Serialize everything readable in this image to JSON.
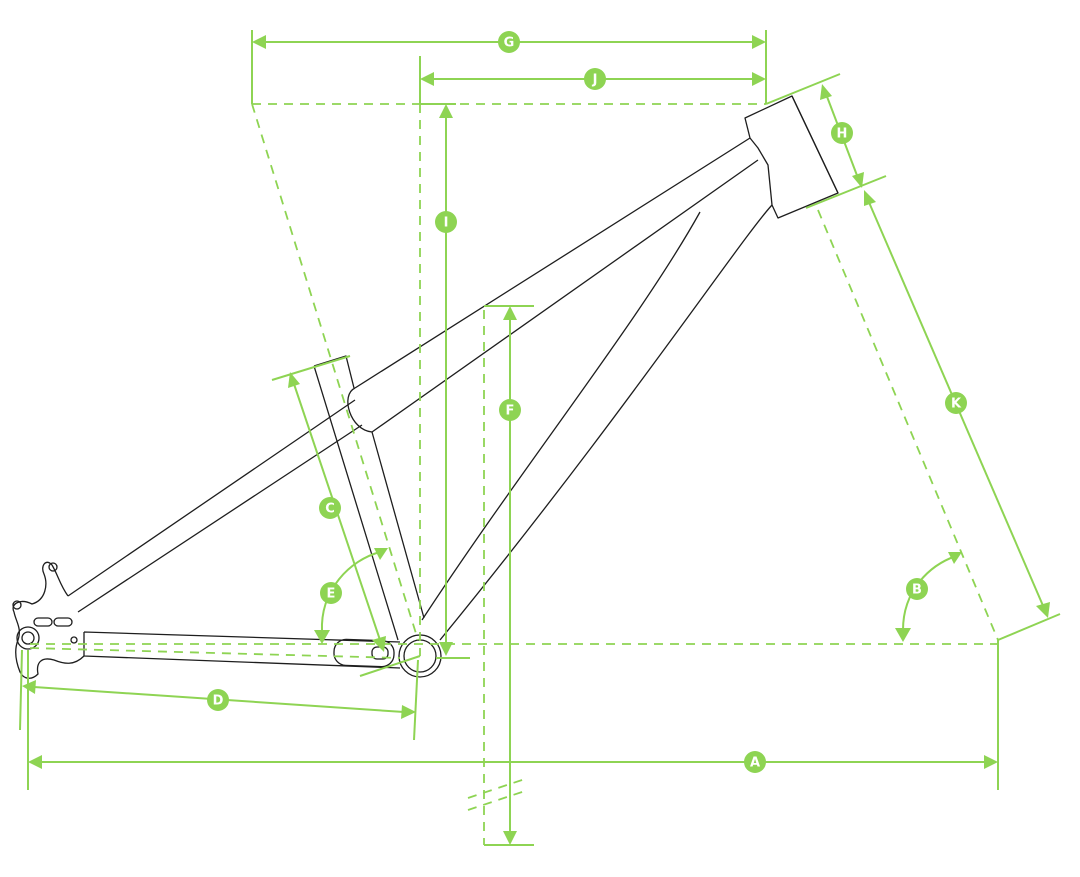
{
  "diagram": {
    "subject": "Bicycle frame geometry",
    "accent_color": "#8ed453",
    "line_color": "#1e1e1e",
    "labels": {
      "A": "A",
      "B": "B",
      "C": "C",
      "D": "D",
      "E": "E",
      "F": "F",
      "G": "G",
      "H": "H",
      "I": "I",
      "J": "J",
      "K": "K"
    }
  }
}
